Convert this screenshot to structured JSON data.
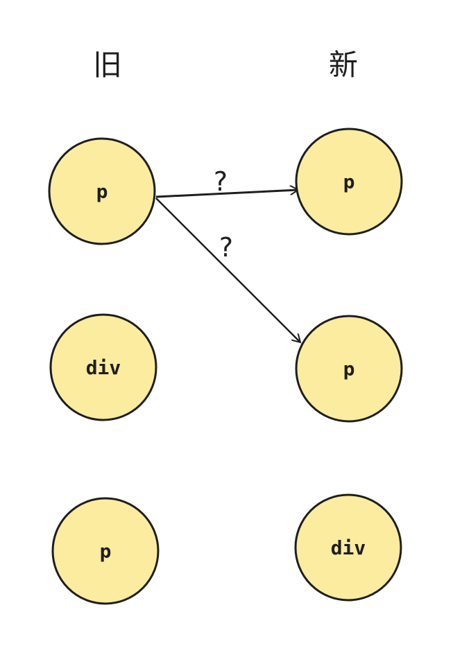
{
  "columns": {
    "old_title": "旧",
    "new_title": "新"
  },
  "old_nodes": [
    {
      "label": "p"
    },
    {
      "label": "div"
    },
    {
      "label": "p"
    }
  ],
  "new_nodes": [
    {
      "label": "p"
    },
    {
      "label": "p"
    },
    {
      "label": "div"
    }
  ],
  "edges": [
    {
      "from": "old-0",
      "to": "new-0",
      "label": "?"
    },
    {
      "from": "old-0",
      "to": "new-1",
      "label": "?"
    }
  ],
  "colors": {
    "node_fill": "#fbec9f",
    "stroke": "#1e1e1e"
  }
}
